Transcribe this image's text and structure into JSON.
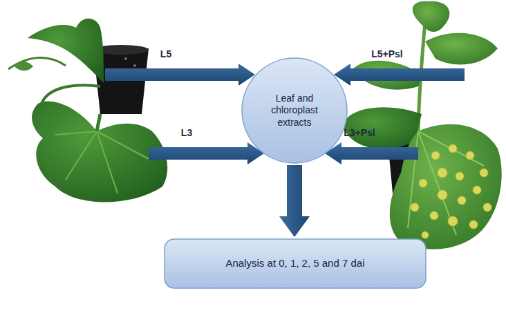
{
  "diagram": {
    "nodes": [
      {
        "text": [
          "Leaf and chloroplast extracts"
        ]
      },
      {
        "text": [
          "Analysis at 0, 1, 2, 5 and 7 dai"
        ]
      }
    ],
    "edges": [
      {
        "from": 0,
        "to": 1,
        "arrow": "to"
      }
    ],
    "labels": [
      "L5",
      "L5+Psl",
      "L3",
      "L3+Psl"
    ]
  }
}
